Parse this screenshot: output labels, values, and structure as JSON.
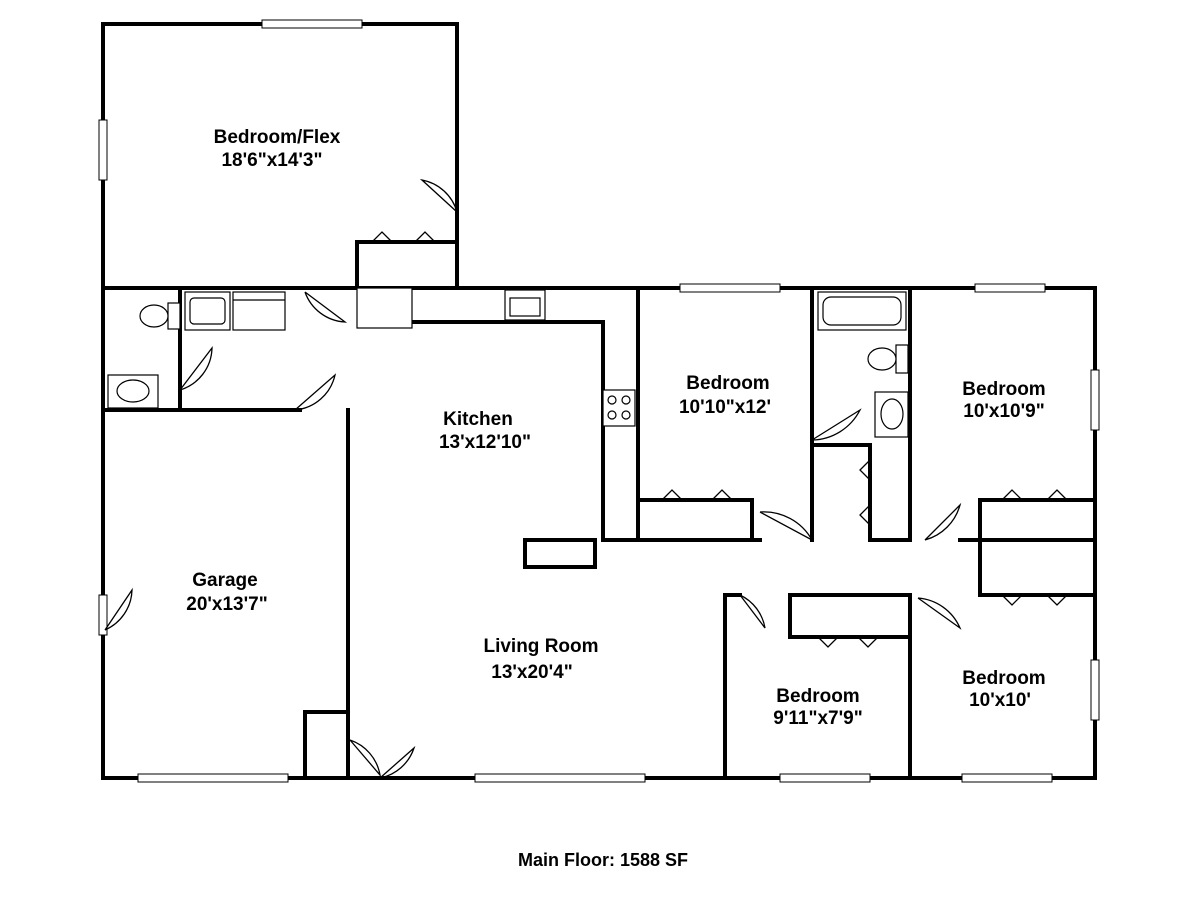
{
  "rooms": {
    "flex": {
      "name": "Bedroom/Flex",
      "dims": "18'6\"x14'3\""
    },
    "kitchen": {
      "name": "Kitchen",
      "dims": "13'x12'10\""
    },
    "bedroom_center": {
      "name": "Bedroom",
      "dims": "10'10\"x12'"
    },
    "bedroom_right_top": {
      "name": "Bedroom",
      "dims": "10'x10'9\""
    },
    "garage": {
      "name": "Garage",
      "dims": "20'x13'7\""
    },
    "living": {
      "name": "Living Room",
      "dims": "13'x20'4\""
    },
    "bedroom_small": {
      "name": "Bedroom",
      "dims": "9'11\"x7'9\""
    },
    "bedroom_right_bottom": {
      "name": "Bedroom",
      "dims": "10'x10'"
    }
  },
  "footer": "Main Floor: 1588 SF"
}
